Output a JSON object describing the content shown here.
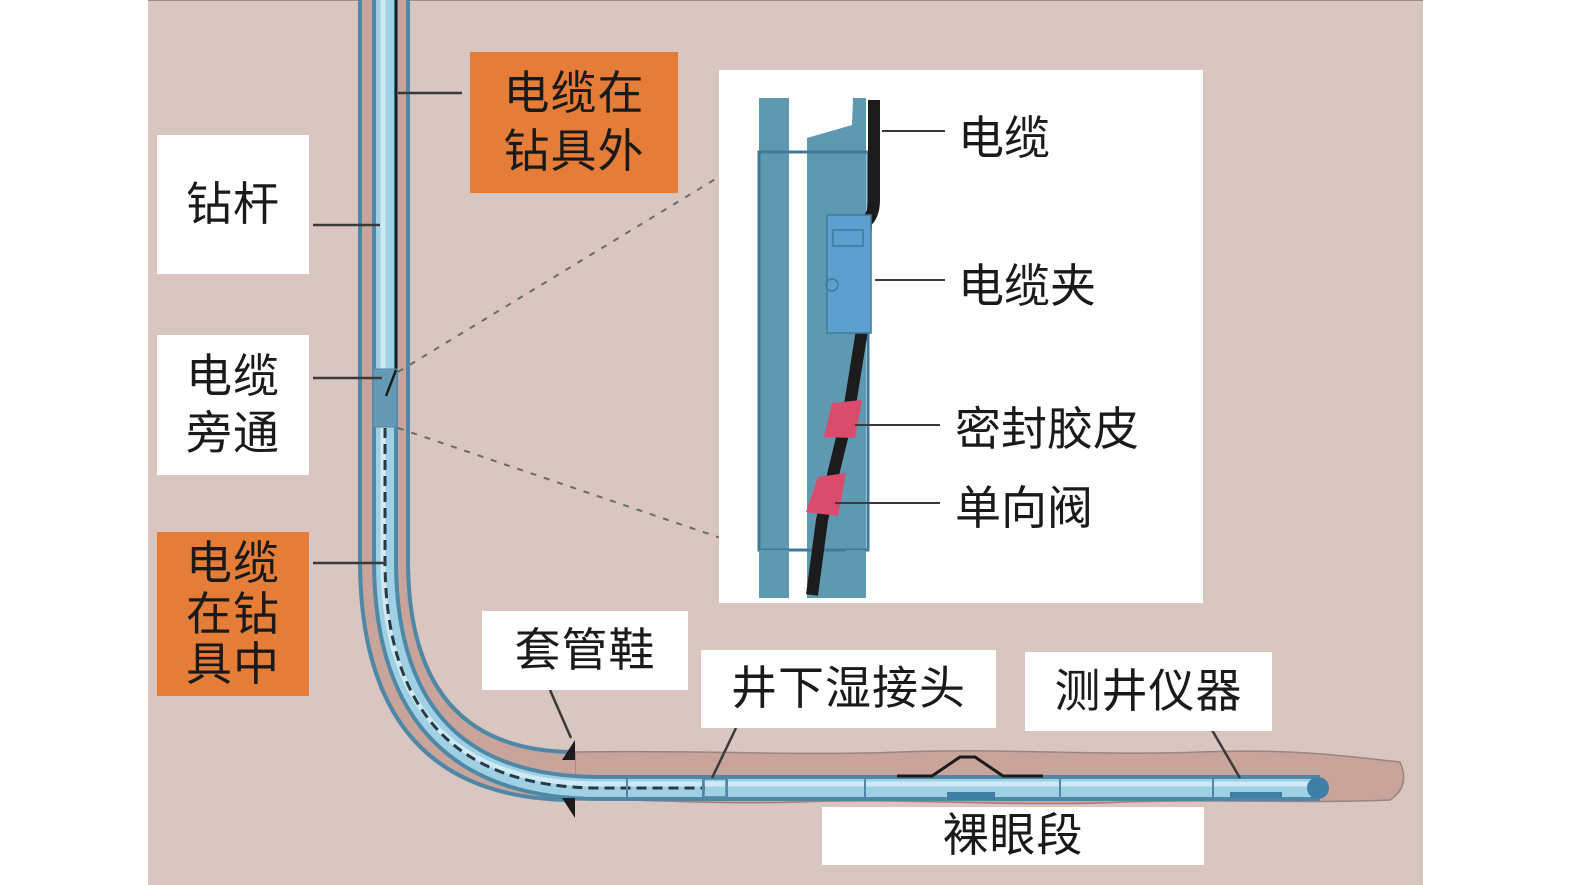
{
  "figure": {
    "colors": {
      "formation": "#d9c6c0",
      "annulus": "#c9a49b",
      "pipe_wall": "#4f88a6",
      "pipe_inner": "#9fd0e4",
      "cable": "#1c1c1c",
      "clamp": "#5ba0cf",
      "seal": "#d94c6c",
      "bypass_sub": "#6699b3",
      "orange_label": "#e57d38",
      "white_label": "#ffffff"
    },
    "labels": {
      "drill_pipe": "钻杆",
      "cable_outside_tool": "电缆在\n钻具外",
      "cable_bypass": "电缆\n旁通",
      "cable_inside_tool": "电缆\n在钻\n具中",
      "casing_shoe": "套管鞋",
      "downhole_wet_connector": "井下湿接头",
      "logging_tool": "测井仪器",
      "open_hole_section": "裸眼段"
    },
    "detail_inset": {
      "cable": "电缆",
      "cable_clamp": "电缆夹",
      "seal_rubber": "密封胶皮",
      "check_valve": "单向阀"
    }
  }
}
